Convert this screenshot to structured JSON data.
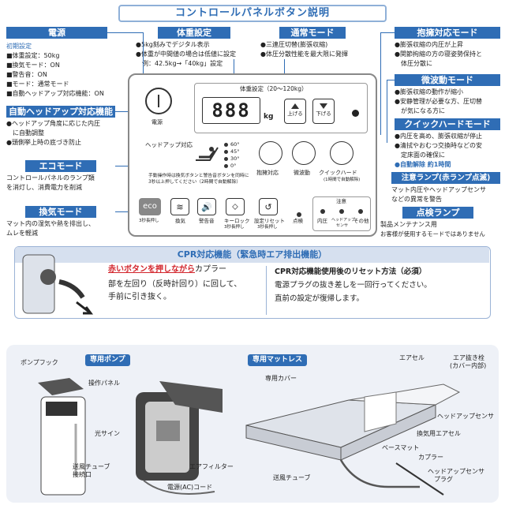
{
  "title": "コントロールパネルボタン説明",
  "power": {
    "header": "電源",
    "lines": [
      "初期設定",
      "■体重設定：50kg",
      "■換気モード：ON",
      "■警告音：ON",
      "■モード：通常モード",
      "■自動ヘッドアップ対応機能：ON"
    ]
  },
  "weight": {
    "header": "体重設定",
    "lines": [
      "●5kg刻みでデジタル表示",
      "●体重が中間値の場合は低値に設定",
      "例：42.5kg→「40kg」設定"
    ]
  },
  "normal": {
    "header": "通常モード",
    "lines": [
      "●三連圧切替(膨張収縮)",
      "●体圧分散性能を最大限に発揮"
    ]
  },
  "hug": {
    "header": "抱擁対応モード",
    "lines": [
      "●膨張収縮の内圧が上昇",
      "●関節拘縮の方の寝姿勢保持と",
      "体圧分散に"
    ]
  },
  "micro": {
    "header": "微波動モード",
    "lines": [
      "●膨張収縮の動作が縮小",
      "●安静管理が必要な方、圧切替",
      "が気になる方に"
    ]
  },
  "quick": {
    "header": "クイックハードモード",
    "lines": [
      "●内圧を高め、膨張収縮が停止",
      "●清拭やおむつ交換時などの安",
      "定床面の確保に",
      "●自動解除 約1時間"
    ]
  },
  "autohead": {
    "header": "自動ヘッドアップ対応機能",
    "lines": [
      "●ヘッドアップ角度に応じた内圧",
      "に自動調整",
      "●頭側挙上時の底づき防止"
    ]
  },
  "eco": {
    "header": "エコモード",
    "lines": [
      "コントロールパネルのランプ類",
      "を消灯し、消費電力を削減"
    ]
  },
  "vent": {
    "header": "換気モード",
    "lines": [
      "マット内の湿気や熱を排出し、",
      "ムレを軽減"
    ]
  },
  "caution": {
    "header": "注意ランプ(赤ランプ点滅)",
    "lines": [
      "マット内圧やヘッドアップセンサ",
      "などの異常を警告"
    ]
  },
  "inspect": {
    "header": "点検ランプ",
    "lines": [
      "製品メンテナンス用",
      "お客様が使用するモードではありません"
    ]
  },
  "panel": {
    "power_label": "電源",
    "weight_label": "体重設定（20～120kg）",
    "display": "888",
    "unit": "kg",
    "up_label": "上げる",
    "down_label": "下げる",
    "headup_label": "ヘッドアップ対応",
    "angles": [
      "60°",
      "45°",
      "30°",
      "0°"
    ],
    "note1": "手動操作時は換気ボタンと警告音ボタンを同時に",
    "note2": "3秒以上押してください（2時間で自動解除）",
    "hug_label": "抱擁対応",
    "micro_label": "微波動",
    "quick_label": "クイックハード",
    "quick_sub": "(1時間で自動解除)",
    "eco_text": "eco",
    "eco_sub": "3秒長押し",
    "vent_label": "換気",
    "alarm_label": "警告音",
    "lock_label": "キーロック",
    "lock_sub": "3秒長押し",
    "reset_label": "設定リセット",
    "reset_sub": "3秒長押し",
    "inspect_label": "点検",
    "caution_label": "注意",
    "pressure_label": "内圧",
    "sensor_label": "ヘッドアップ",
    "sensor_sub": "センサ",
    "other_label": "その他"
  },
  "cpr": {
    "header": "CPR対応機能（緊急時エア排出機能）",
    "line1_red": "赤いボタンを押しながら",
    "line1_rest": "カプラー",
    "line2": "部を左回り（反時計回り）に回して、",
    "line3": "手前に引き抜く。",
    "reset_title": "CPR対応機能使用後のリセット方法（必須）",
    "reset1": "電源プラグの抜き差しを一回行ってください。",
    "reset2": "直前の設定が復帰します。"
  },
  "pump": {
    "title": "専用ポンプ",
    "hook": "ポンプフック",
    "panel": "操作パネル",
    "sign": "光サイン",
    "tube_port1": "送風チューブ",
    "tube_port2": "接続口",
    "filter": "エアフィルター",
    "cord": "電源(AC)コード"
  },
  "mattress": {
    "title": "専用マットレス",
    "cover": "専用カバー",
    "cell": "エアセル",
    "valve1": "エア抜き栓",
    "valve2": "(カバー内部)",
    "sensor": "ヘッドアップセンサ",
    "vent_cell": "換気用エアセル",
    "base": "ベースマット",
    "coupler": "カプラー",
    "tube": "送風チューブ",
    "plug1": "ヘッドアップセンサ",
    "plug2": "プラグ"
  },
  "colors": {
    "accent": "#2f6db5",
    "red": "#d2232a",
    "panel_bg": "#eef1f7"
  }
}
